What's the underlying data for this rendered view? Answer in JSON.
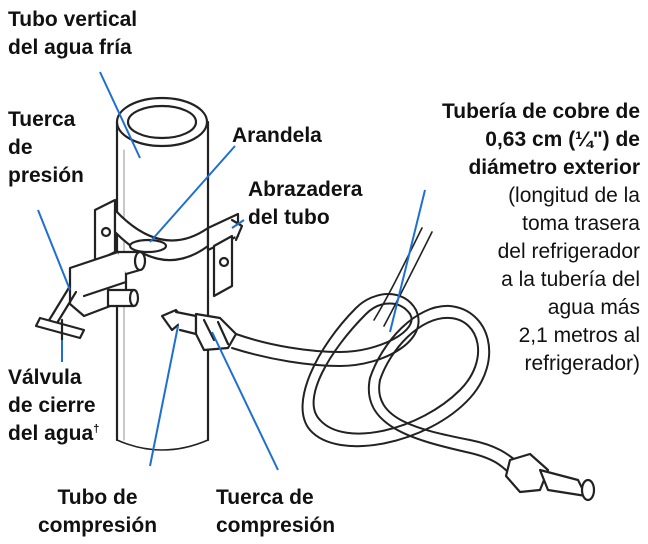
{
  "labels": {
    "tubo_vertical": [
      "Tubo vertical",
      "del agua fría"
    ],
    "tuerca_presion": [
      "Tuerca",
      "de",
      "presión"
    ],
    "arandela": "Arandela",
    "abrazadera": [
      "Abrazadera",
      "del tubo"
    ],
    "tuberia_cobre": {
      "bold": [
        "Tubería de cobre de",
        "0,63 cm (¼\") de",
        "diámetro exterior"
      ],
      "normal": [
        "(longitud de la",
        "toma trasera",
        "del refrigerador",
        "a la tubería del",
        "agua más",
        "2,1 metros al",
        "refrigerador)"
      ]
    },
    "valvula": [
      "Válvula",
      "de cierre",
      "del agua"
    ],
    "valvula_mark": "†",
    "tubo_compresion": [
      "Tubo de",
      "compresión"
    ],
    "tuerca_compresion": [
      "Tuerca de",
      "compresión"
    ]
  },
  "colors": {
    "leader": "#1f6fd1",
    "ink": "#111111"
  }
}
